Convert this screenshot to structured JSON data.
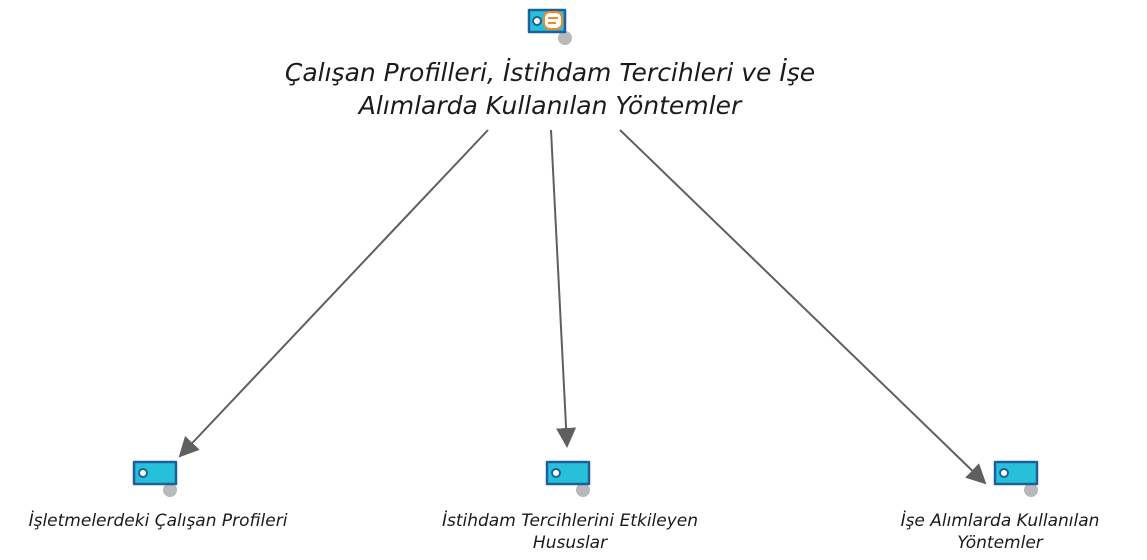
{
  "root": {
    "label": "Çalışan Profilleri, İstihdam Tercihleri ve İşe\nAlımlarda Kullanılan Yöntemler",
    "icon": "memo-tag-icon"
  },
  "children": [
    {
      "label": "İşletmelerdeki Çalışan Profileri",
      "icon": "code-tag-icon"
    },
    {
      "label": "İstihdam Tercihlerini Etkileyen\nHususlar",
      "icon": "code-tag-icon"
    },
    {
      "label": "İşe Alımlarda Kullanılan\nYöntemler",
      "icon": "code-tag-icon"
    }
  ],
  "colors": {
    "tag_fill": "#27c0da",
    "tag_border": "#1e5f9c",
    "tag_shadow": "#b9b9b9",
    "memo_fill": "#ffffff",
    "memo_accent": "#f08a24",
    "edge": "#5f5f5f"
  }
}
